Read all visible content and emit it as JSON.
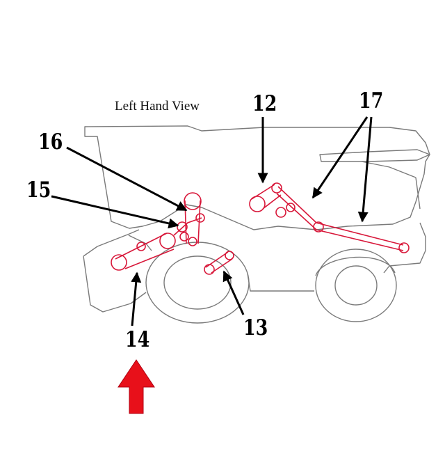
{
  "diagram": {
    "title": "Left Hand View",
    "callouts": [
      {
        "id": "c12",
        "label": "12"
      },
      {
        "id": "c13",
        "label": "13"
      },
      {
        "id": "c14",
        "label": "14"
      },
      {
        "id": "c15",
        "label": "15"
      },
      {
        "id": "c16",
        "label": "16"
      },
      {
        "id": "c17",
        "label": "17"
      }
    ]
  },
  "colors": {
    "outline": "#7a7a7a",
    "belt": "#d8183a",
    "leader": "#000000",
    "front_arrow": "#e8101a"
  }
}
